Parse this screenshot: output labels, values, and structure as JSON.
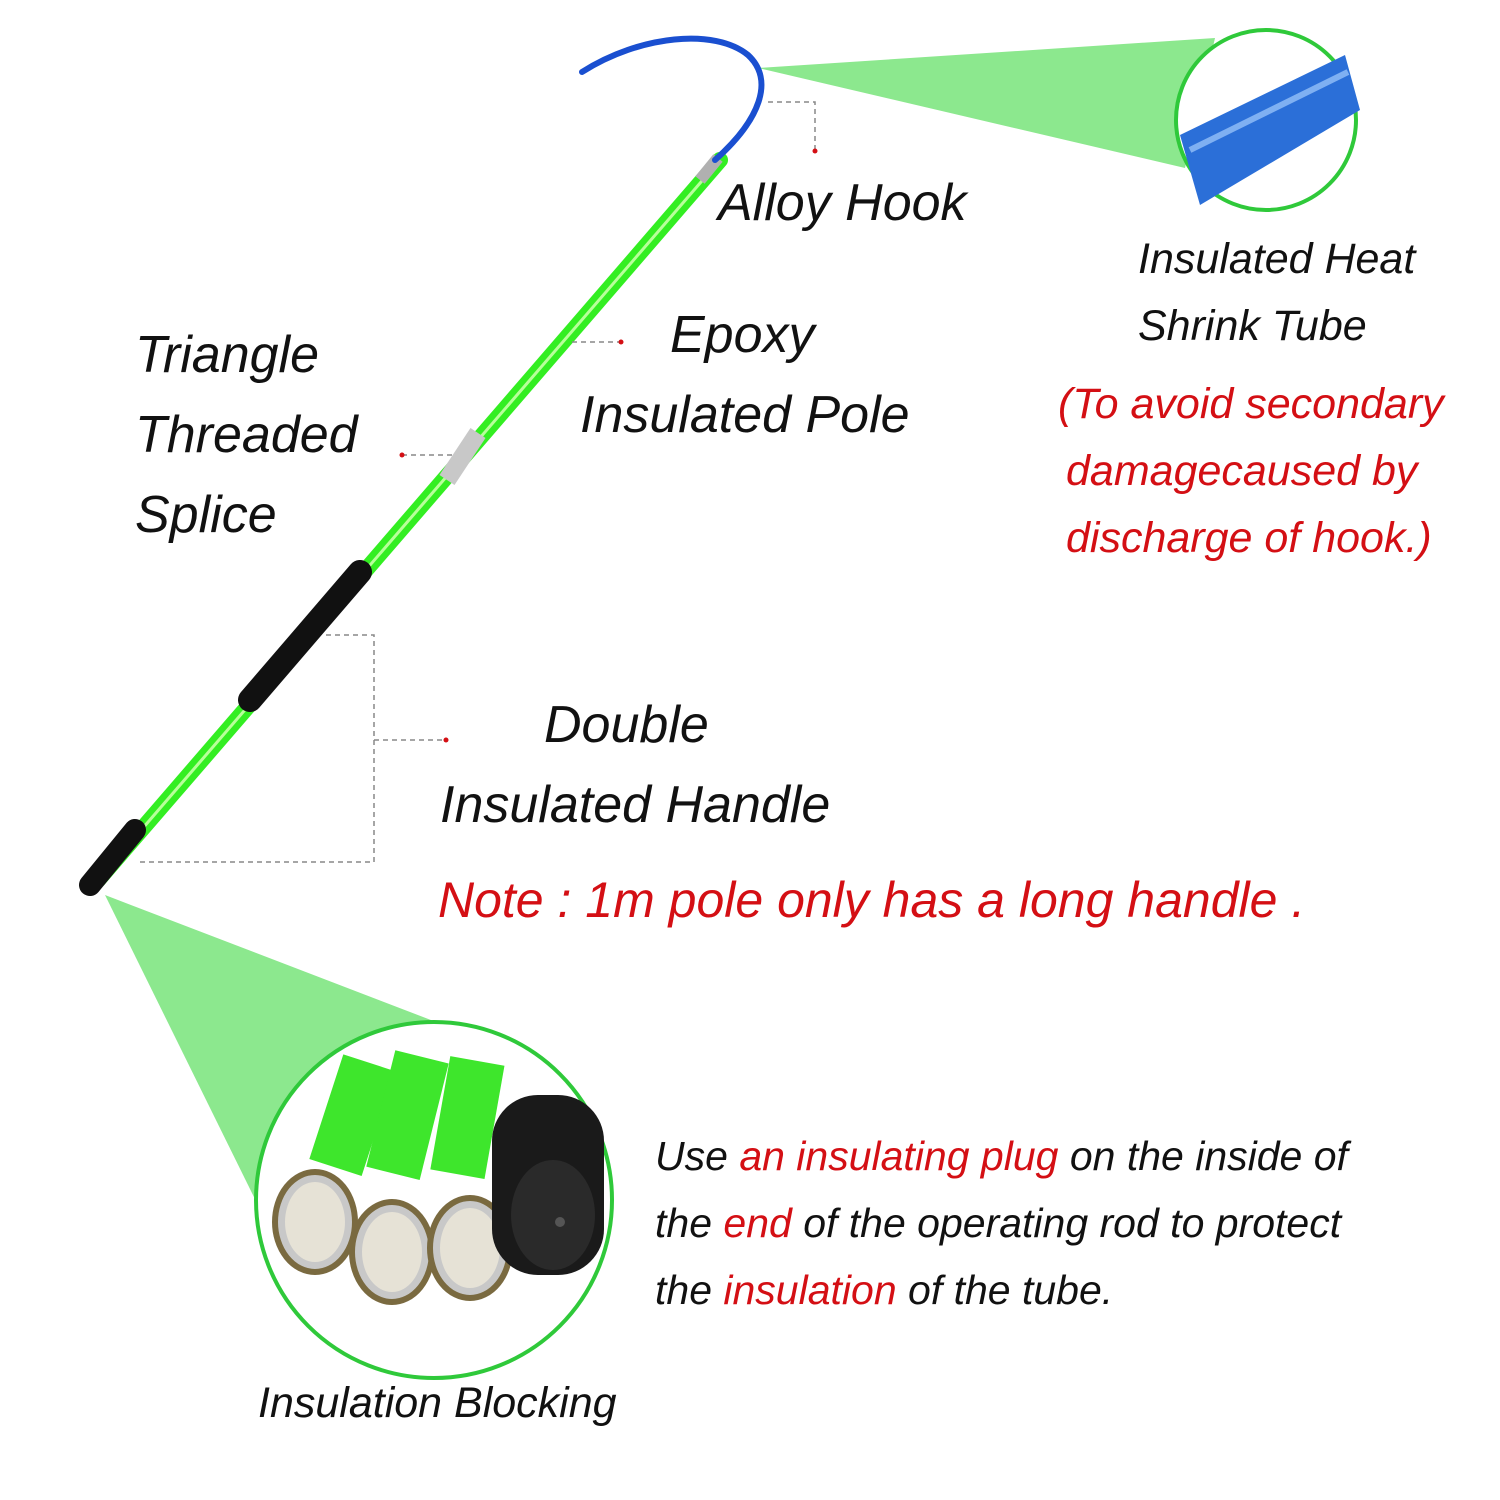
{
  "labels": {
    "alloy_hook": "Alloy Hook",
    "epoxy_pole_line1": "Epoxy",
    "epoxy_pole_line2": "Insulated Pole",
    "triangle_line1": "Triangle",
    "triangle_line2": "Threaded",
    "triangle_line3": "Splice",
    "heat_line1": "Insulated Heat",
    "heat_line2": "Shrink Tube",
    "heat_note_line1": "(To avoid secondary",
    "heat_note_line2": "damagecaused by",
    "heat_note_line3": "discharge of hook.)",
    "handle_line1": "Double",
    "handle_line2": "Insulated Handle",
    "note": "Note : 1m pole only has a long handle .",
    "blocking": "Insulation Blocking"
  },
  "plug_text": {
    "line1": [
      {
        "text": "Use ",
        "accent": false
      },
      {
        "text": "an insulating plug",
        "accent": true
      },
      {
        "text": " on the inside of",
        "accent": false
      }
    ],
    "line2": [
      {
        "text": "the ",
        "accent": false
      },
      {
        "text": "end",
        "accent": true
      },
      {
        "text": " of the operating rod to protect",
        "accent": false
      }
    ],
    "line3": [
      {
        "text": "the ",
        "accent": false
      },
      {
        "text": "insulation",
        "accent": true
      },
      {
        "text": " of the tube.",
        "accent": false
      }
    ]
  },
  "colors": {
    "pole_green": "#33ee22",
    "callout_green": "#8ce88e",
    "hook_blue": "#1a4fd0",
    "handle_black": "#111111",
    "accent_red": "#d40f14",
    "leader_gray": "#888888"
  }
}
